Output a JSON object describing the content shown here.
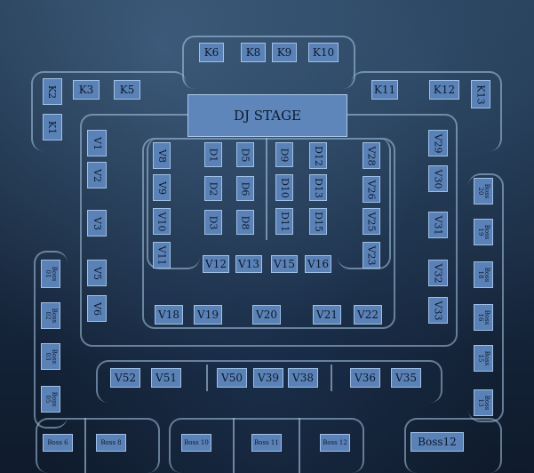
{
  "stage_label": "DJ STAGE",
  "seats": {
    "K1": "K1",
    "K2": "K2",
    "K3": "K3",
    "K5": "K5",
    "K6": "K6",
    "K8": "K8",
    "K9": "K9",
    "K10": "K10",
    "K11": "K11",
    "K12": "K12",
    "K13": "K13",
    "V1": "V1",
    "V2": "V2",
    "V3": "V3",
    "V5": "V5",
    "V6": "V6",
    "V8": "V8",
    "V9": "V9",
    "V10": "V10",
    "V11": "V11",
    "D1": "D1",
    "D2": "D2",
    "D3": "D3",
    "D5": "D5",
    "D6": "D6",
    "D8": "D8",
    "D9": "D9",
    "D10": "D10",
    "D11": "D11",
    "D12": "D12",
    "D13": "D13",
    "D15": "D15",
    "V12": "V12",
    "V13": "V13",
    "V15": "V15",
    "V16": "V16",
    "V23": "V23",
    "V25": "V25",
    "V26": "V26",
    "V28": "V28",
    "V18": "V18",
    "V19": "V19",
    "V20": "V20",
    "V21": "V21",
    "V22": "V22",
    "V29": "V29",
    "V30": "V30",
    "V31": "V31",
    "V32": "V32",
    "V33": "V33",
    "V52": "V52",
    "V51": "V51",
    "V50": "V50",
    "V39": "V39",
    "V38": "V38",
    "V36": "V36",
    "V35": "V35",
    "Boss1": "Boss 01",
    "Boss2": "Boss 02",
    "Boss3": "Boss 03",
    "Boss5": "Boss 05",
    "Boss6": "Boss 6",
    "Boss8": "Boss 8",
    "Boss10": "Boss 10",
    "Boss11": "Boss 11",
    "Boss12s": "Boss 12",
    "Boss12": "Boss12",
    "BossR1": "Boss 20",
    "BossR2": "Boss 19",
    "BossR3": "Boss 18",
    "BossR4": "Boss 16",
    "BossR5": "Boss 15",
    "BossR6": "Boss 13"
  }
}
